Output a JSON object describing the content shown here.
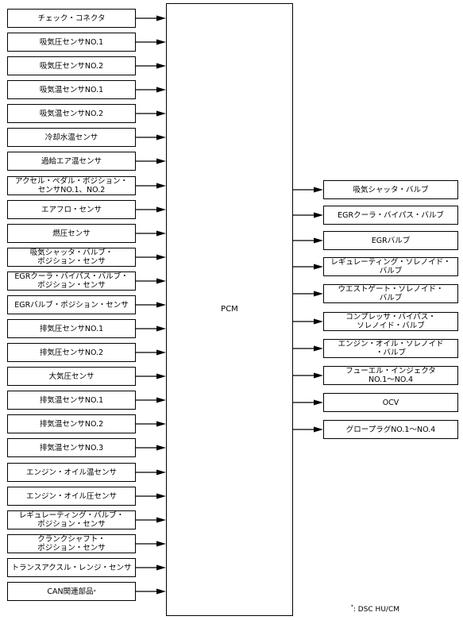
{
  "pcm_label": "PCM",
  "inputs": [
    "チェック・コネクタ",
    "吸気圧センサNO.1",
    "吸気圧センサNO.2",
    "吸気温センサNO.1",
    "吸気温センサNO.2",
    "冷却水温センサ",
    "過給エア温センサ",
    "アクセル・ペダル・ポジション・\nセンサNO.1、NO.2",
    "エアフロ・センサ",
    "燃圧センサ",
    "吸気シャッタ・バルブ・\nポジション・センサ",
    "EGRクーラ・バイパス・バルブ・\nポジション・センサ",
    "EGRバルブ・ポジション・センサ",
    "排気圧センサNO.1",
    "排気圧センサNO.2",
    "大気圧センサ",
    "排気温センサNO.1",
    "排気温センサNO.2",
    "排気温センサNO.3",
    "エンジン・オイル温センサ",
    "エンジン・オイル圧センサ",
    "レギュレーティング・バルブ・\nポジション・センサ",
    "クランクシャフト・\nポジション・センサ",
    "トランスアクスル・レンジ・センサ",
    "CAN関連部品"
  ],
  "can_marker": "*",
  "outputs": [
    "吸気シャッタ・バルブ",
    "EGRクーラ・バイパス・バルブ",
    "EGRバルブ",
    "レギュレーティング・ソレノイド・\nバルブ",
    "ウエストゲート・ソレノイド・\nバルブ",
    "コンプレッサ・バイパス・\nソレノイド・バルブ",
    "エンジン・オイル・ソレノイド\n・バルブ",
    "フューエル・インジェクタ\nNO.1～NO.4",
    "OCV",
    "グロープラグNO.1～NO.4"
  ],
  "footnote": {
    "marker": "*",
    "text": ": DSC HU/CM"
  }
}
